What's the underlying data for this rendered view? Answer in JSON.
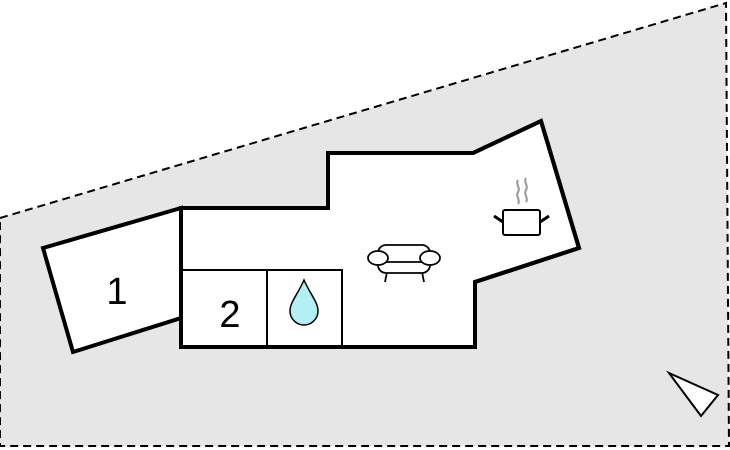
{
  "rooms": [
    {
      "label": "1",
      "type": "bedroom"
    },
    {
      "label": "2",
      "type": "bedroom"
    },
    {
      "type": "bathroom",
      "icon": "water-drop-icon"
    },
    {
      "type": "living-kitchen",
      "icons": [
        "sofa-icon",
        "cooking-pot-icon"
      ]
    }
  ],
  "colors": {
    "plot": "#e6e6e6",
    "walls": "#000000",
    "water": "#b3f0f5"
  },
  "compass": "north-arrow-icon"
}
